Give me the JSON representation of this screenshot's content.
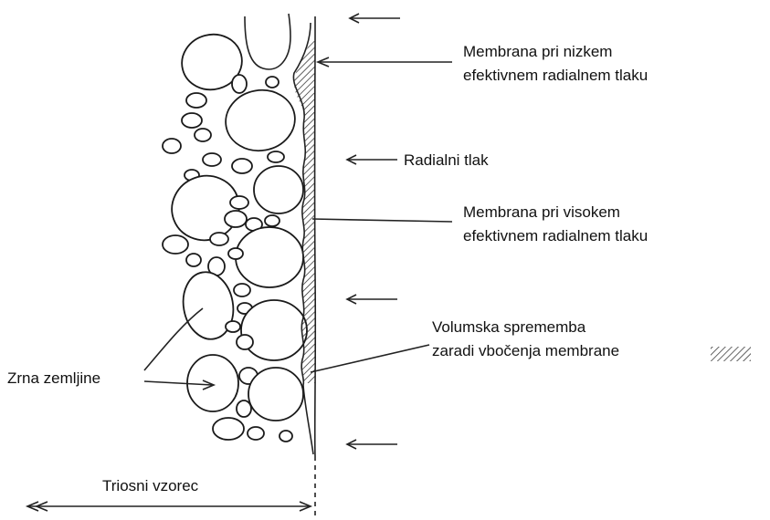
{
  "labels": {
    "membrane_low_line1": "Membrana pri nizkem",
    "membrane_low_line2": "efektivnem radialnem tlaku",
    "radial_pressure": "Radialni tlak",
    "membrane_high_line1": "Membrana pri visokem",
    "membrane_high_line2": "efektivnem radialnem tlaku",
    "volume_change_line1": "Volumska sprememba",
    "volume_change_line2": "zaradi vbočenja membrane",
    "soil_grains": "Zrna zemljine",
    "triaxial_sample": "Triosni vzorec"
  },
  "colors": {
    "ink": "#222222",
    "background": "#ffffff"
  }
}
